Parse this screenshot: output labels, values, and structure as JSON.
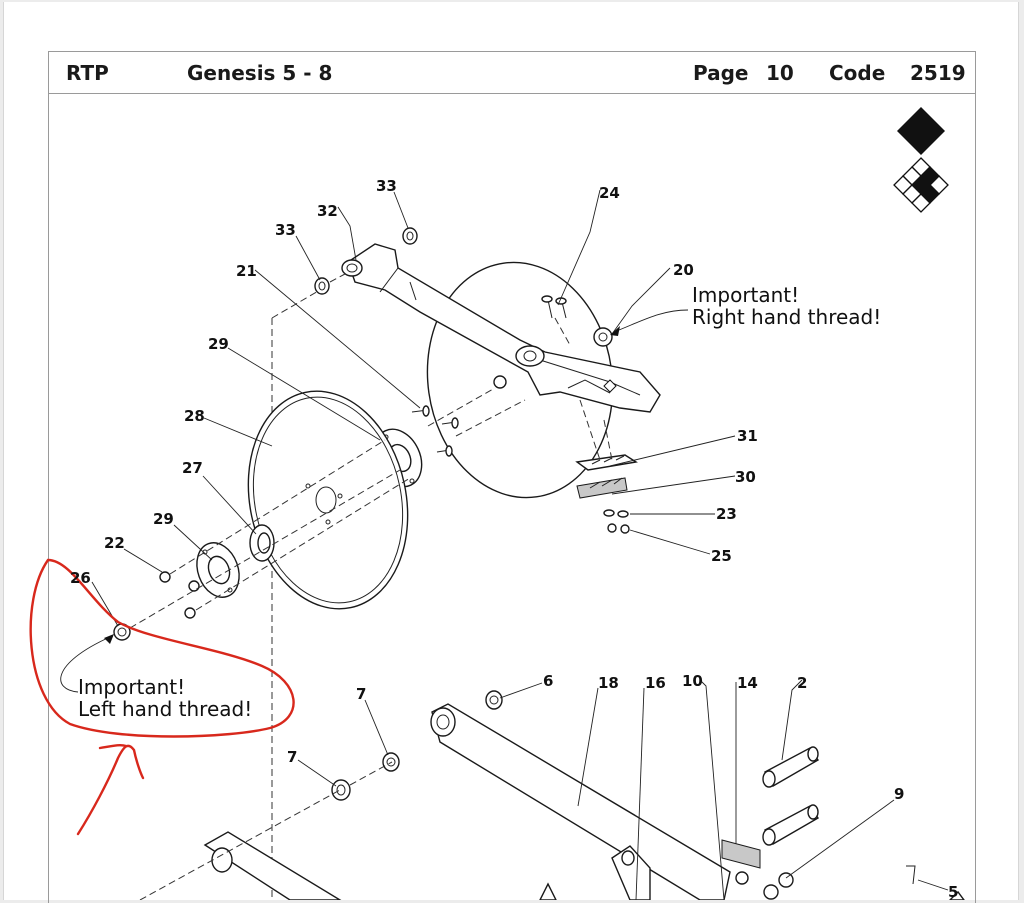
{
  "header": {
    "model": "RTP",
    "title": "Genesis 5 - 8",
    "page_label": "Page",
    "page_number": "10",
    "code_label": "Code",
    "code_number": "2519"
  },
  "notes": {
    "right_line1": "Important!",
    "right_line2": "Right hand thread!",
    "left_line1": "Important!",
    "left_line2": "Left hand thread!"
  },
  "callouts": {
    "c33a": "33",
    "c32": "32",
    "c33b": "33",
    "c21": "21",
    "c24": "24",
    "c20": "20",
    "c29a": "29",
    "c28": "28",
    "c27": "27",
    "c29b": "29",
    "c22": "22",
    "c26": "26",
    "c31": "31",
    "c30": "30",
    "c23": "23",
    "c25": "25",
    "c7a": "7",
    "c7b": "7",
    "c6": "6",
    "c18": "18",
    "c16": "16",
    "c10": "10",
    "c14": "14",
    "c2": "2",
    "c9": "9",
    "c5": "5"
  },
  "logo": {
    "name": "diamond-logo",
    "color": "#111111"
  },
  "annotation_color": "#d8281c"
}
